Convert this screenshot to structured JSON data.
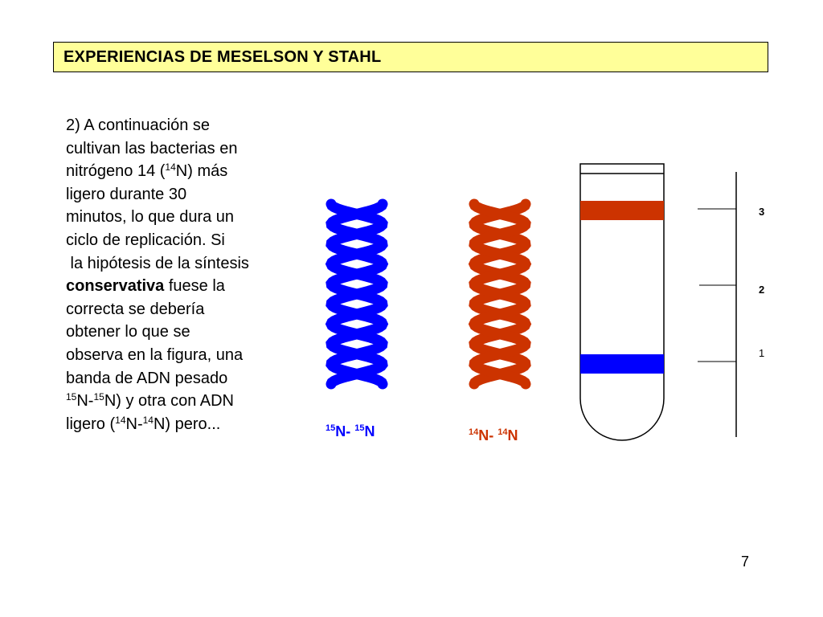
{
  "title": "EXPERIENCIAS DE MESELSON Y STAHL",
  "paragraph": {
    "l1": "2) A continuación se",
    "l2": "cultivan las bacterias en",
    "l3_pre": "nitrógeno 14 (",
    "l3_sup": "14",
    "l3_post": "N) más",
    "l4": "ligero durante 30",
    "l5": "minutos, lo que dura un",
    "l6": "ciclo de replicación. Si",
    "l7": " la hipótesis de la síntesis",
    "l8_bold": "conservativa",
    "l8_post": " fuese la",
    "l9": "correcta se debería",
    "l10": "obtener lo que se",
    "l11": "observa en la figura, una",
    "l12": "banda de ADN pesado",
    "l13_sup1": "15",
    "l13_mid": "N-",
    "l13_sup2": "15",
    "l13_post": "N) y otra con ADN",
    "l14_pre": "ligero (",
    "l14_sup1": "14",
    "l14_mid": "N-",
    "l14_sup2": "14",
    "l14_post": "N) pero..."
  },
  "heavy_label": {
    "sup1": "15",
    "mid": "N- ",
    "sup2": "15",
    "end": "N",
    "color": "#0000ff"
  },
  "light_label": {
    "sup1": "14",
    "mid": "N- ",
    "sup2": "14",
    "end": "N",
    "color": "#cc3300"
  },
  "tube": {
    "band_top_color": "#cc3300",
    "band_bottom_color": "#0000ff"
  },
  "scale_labels": [
    "3",
    "2",
    "1"
  ],
  "page_number": "7"
}
